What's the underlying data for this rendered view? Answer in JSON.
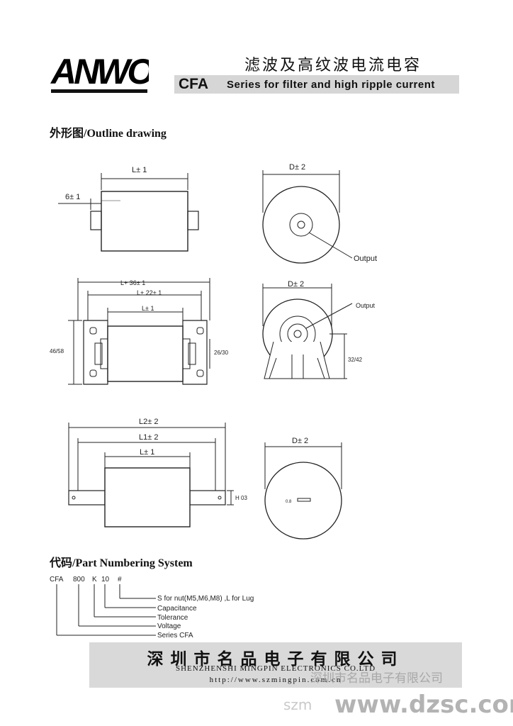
{
  "header": {
    "logo_text": "ANWO",
    "cn_title": "滤波及高纹波电流电容",
    "series_code": "CFA",
    "series_desc": "Series for  filter and high ripple current",
    "accent": "#d6d6d6"
  },
  "outline": {
    "heading": "外形图/Outline drawing",
    "fig1": {
      "length": "L± 1",
      "pin": "6± 1",
      "diameter": "D± 2",
      "output": "Output"
    },
    "fig2": {
      "outer": "L+ 36± 1",
      "inner": "L+ 22± 1",
      "body": "L± 1",
      "left_h": "46/58",
      "mid_h": "26/30",
      "diameter": "D± 2",
      "output": "Output",
      "right_h": "32/42"
    },
    "fig3": {
      "l2": "L2± 2",
      "l1": "L1± 2",
      "body": "L± 1",
      "h": "H 03",
      "diameter": "D± 2",
      "slot": "0.8"
    }
  },
  "part_numbering": {
    "heading": "代码/Part Numbering System",
    "code_parts": [
      "CFA",
      "800",
      "K",
      "10",
      "#"
    ],
    "labels": [
      "S for nut(M5,M6,M8) ,L for Lug",
      "Capacitance",
      "Tolerance",
      "Voltage",
      "Series CFA"
    ]
  },
  "footer": {
    "company_cn": "深圳市名品电子有限公司",
    "company_en": "SHENZHENSHI MINGPIN ELECTRONICS CO.LTD",
    "url": "http://www.szmingpin.com.cn"
  },
  "watermark": {
    "company": "深圳市名品电子有限公司",
    "prefix": "szm",
    "site": "www.dzsc.com"
  }
}
